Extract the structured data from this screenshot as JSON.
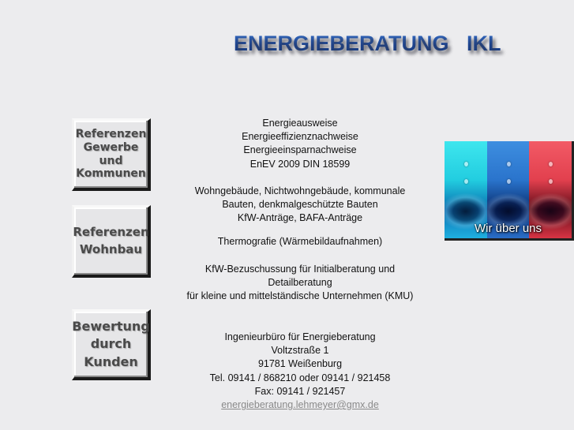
{
  "header": {
    "title": "ENERGIEBERATUNG   IKL"
  },
  "nav": {
    "buttons": [
      {
        "lines": [
          "Referenzen",
          "Gewerbe",
          "und",
          "Kommunen"
        ]
      },
      {
        "lines": [
          "Referenzen",
          "Wohnbau"
        ]
      },
      {
        "lines": [
          "Bewertung",
          "durch",
          "Kunden"
        ]
      }
    ]
  },
  "about": {
    "label": "Wir über uns",
    "colors": [
      "#22cde0",
      "#2a74cc",
      "#e2404e"
    ]
  },
  "content": {
    "services": [
      "Energieausweise",
      "Energieeffizienznachweise",
      "Energieeinsparnachweise",
      "EnEV 2009 DIN 18599"
    ],
    "buildings": [
      "Wohngebäude, Nichtwohngebäude, kommunale",
      "Bauten, denkmalgeschützte Bauten",
      "KfW-Anträge, BAFA-Anträge"
    ],
    "thermography": "Thermografie (Wärmebildaufnahmen)",
    "kfw": [
      "KfW-Bezuschussung für Initialberatung und",
      "Detailberatung",
      "für kleine und mittelständische Unternehmen (KMU)"
    ],
    "contact": {
      "company": "Ingenieurbüro für Energieberatung",
      "street": "Voltzstraße 1",
      "city": "91781 Weißenburg",
      "phone": "Tel. 09141 / 868210 oder 09141 / 921458",
      "fax": "Fax: 09141 / 921457",
      "email": "energieberatung.lehmeyer@gmx.de"
    }
  }
}
